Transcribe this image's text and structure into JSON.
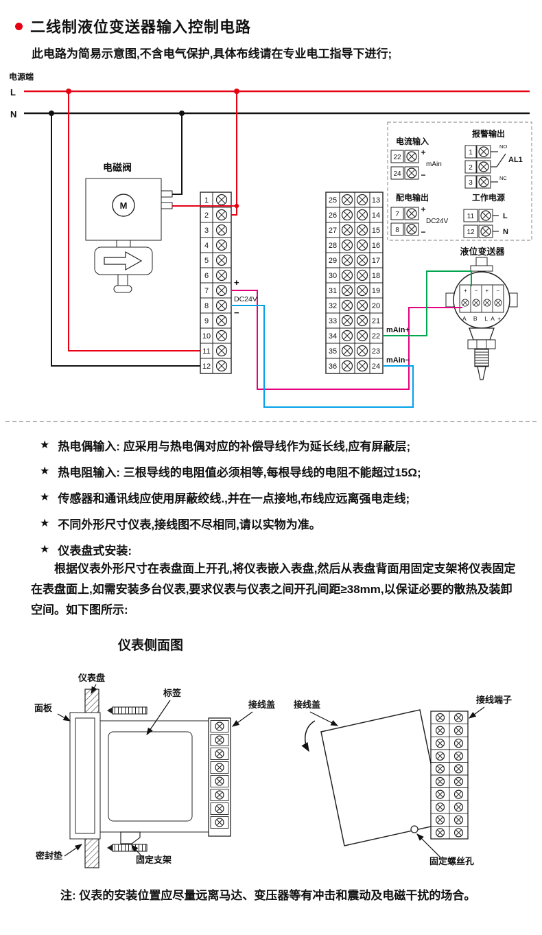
{
  "header": {
    "title": "二线制液位变送器输入控制电路",
    "subtitle": "此电路为简易示意图,不含电气保护,具体布线请在专业电工指导下进行;"
  },
  "circuit": {
    "power_label": "电源端",
    "l": "L",
    "n": "N",
    "solenoid": {
      "label": "电磁阀",
      "symbol": "M"
    },
    "left_block": {
      "numbers": [
        "1",
        "2",
        "3",
        "4",
        "5",
        "6",
        "7",
        "8",
        "9",
        "10",
        "11",
        "12"
      ]
    },
    "right_block": {
      "outer": [
        "25",
        "26",
        "27",
        "28",
        "29",
        "30",
        "31",
        "32",
        "33",
        "34",
        "35",
        "36"
      ],
      "inner": [
        "13",
        "14",
        "15",
        "16",
        "17",
        "18",
        "19",
        "20",
        "21",
        "22",
        "23",
        "24"
      ]
    },
    "dc24v": {
      "plus": "+",
      "label": "DC24V",
      "minus": "−"
    },
    "main_plus": "mAin+",
    "main_minus": "mAin−",
    "io": {
      "current_input": {
        "title": "电流输入",
        "t1": "22",
        "t2": "24",
        "plus": "+",
        "minus": "−",
        "label": "mAin"
      },
      "dist_output": {
        "title": "配电输出",
        "t1": "7",
        "t2": "8",
        "plus": "+",
        "minus": "−",
        "label": "DC24V"
      },
      "alarm_output": {
        "title": "报警输出",
        "t1": "1",
        "t2": "2",
        "t3": "3",
        "no": "NO",
        "nc": "NC",
        "label": "AL1"
      },
      "work_power": {
        "title": "工作电源",
        "t1": "11",
        "t2": "12",
        "l": "L",
        "n": "N"
      }
    },
    "transmitter": {
      "label": "液位变送器",
      "pins_top": "+ − + −",
      "pins_bottom": "A B LA+"
    }
  },
  "star": "★",
  "notes": [
    "热电偶输入: 应采用与热电偶对应的补偿导线作为延长线,应有屏蔽层;",
    "热电阻输入: 三根导线的电阻值必须相等,每根导线的电阻不能超过15Ω;",
    "传感器和通讯线应使用屏蔽绞线.,并在一点接地,布线应远离强电走线;",
    "不同外形尺寸仪表,接线图不尽相同,请以实物为准。",
    "仪表盘式安装:"
  ],
  "install_paragraph": "根据仪表外形尺寸在表盘面上开孔,将仪表嵌入表盘,然后从表盘背面用固定支架将仪表固定在表盘面上,如需安装多台仪表,要求仪表与仪表之间开孔间距≥38mm,以保证必要的散热及装卸空间。如下图所示:",
  "side_view": {
    "title": "仪表侧面图",
    "labels": {
      "panel_board": "仪表盘",
      "front_panel": "面板",
      "sticker": "标签",
      "wiring_cover": "接线盖",
      "gasket": "密封垫",
      "bracket": "固定支架",
      "wiring_cover2": "接线盖",
      "terminal": "接线端子",
      "screw_hole": "固定螺丝孔"
    }
  },
  "footer_note": "注: 仪表的安装位置应尽量远离马达、变压器等有冲击和震动及电磁干扰的场合。"
}
